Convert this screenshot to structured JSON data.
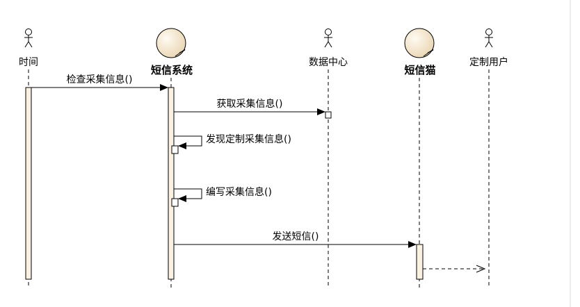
{
  "participants": [
    {
      "id": "time",
      "kind": "actor",
      "label": "时间"
    },
    {
      "id": "sms",
      "kind": "control",
      "label": "短信系统"
    },
    {
      "id": "data",
      "kind": "actor",
      "label": "数据中心"
    },
    {
      "id": "cat",
      "kind": "control",
      "label": "短信猫"
    },
    {
      "id": "user",
      "kind": "actor",
      "label": "定制用户"
    }
  ],
  "messages": [
    {
      "from": "time",
      "to": "sms",
      "label": "检查采集信息()"
    },
    {
      "from": "sms",
      "to": "data",
      "label": "获取采集信息()"
    },
    {
      "from": "sms",
      "to": "sms",
      "label": "发现定制采集信息()"
    },
    {
      "from": "sms",
      "to": "sms",
      "label": "编写采集信息()"
    },
    {
      "from": "sms",
      "to": "cat",
      "label": "发送短信()"
    },
    {
      "from": "cat",
      "to": "user",
      "label": "",
      "style": "dashed"
    }
  ],
  "colors": {
    "activation_fill": "#fbf1e3",
    "control_fill": "#f3e4cc",
    "line": "#000000"
  }
}
